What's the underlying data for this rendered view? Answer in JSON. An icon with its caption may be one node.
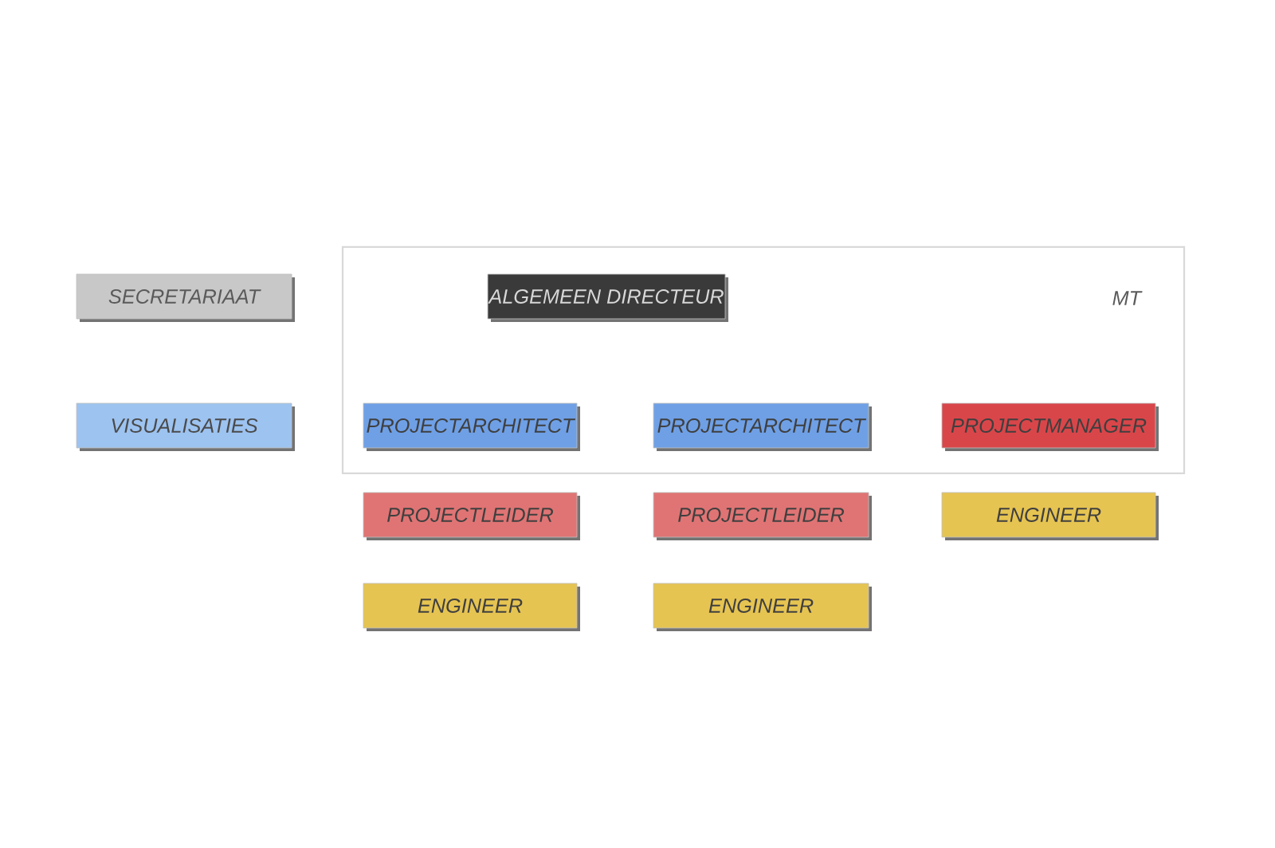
{
  "diagram": {
    "nodes": [
      {
        "text": [
          "SECRETARIAAT"
        ]
      },
      {
        "text": [
          "MT"
        ]
      },
      {
        "text": [
          "ALGEMEEN DIRECTEUR"
        ],
        "in": 1
      },
      {
        "text": [
          "VISUALISATIES"
        ]
      },
      {
        "text": [
          "PROJECTARCHITECT"
        ],
        "in": 1
      },
      {
        "text": [
          "PROJECTARCHITECT"
        ],
        "in": 1
      },
      {
        "text": [
          "PROJECTMANAGER"
        ],
        "in": 1
      },
      {
        "text": [
          "PROJECTLEIDER"
        ]
      },
      {
        "text": [
          "PROJECTLEIDER"
        ]
      },
      {
        "text": [
          "ENGINEER"
        ]
      },
      {
        "text": [
          "ENGINEER"
        ]
      },
      {
        "text": [
          "ENGINEER"
        ]
      }
    ]
  }
}
